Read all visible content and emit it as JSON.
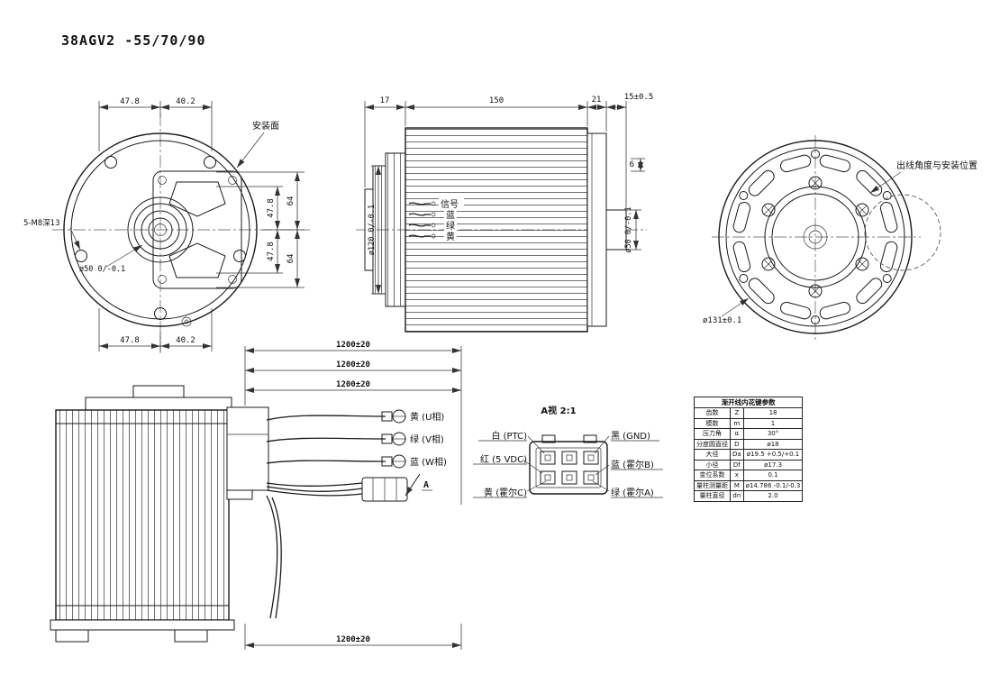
{
  "title": "38AGV2 -55/70/90",
  "front_view": {
    "mount_face_label": "安装面",
    "bolt_note": "5-M8深13",
    "bore_dia": "ø50 0/-0.1",
    "dim_top_left": "47.8",
    "dim_top_right": "40.2",
    "dim_bottom_left": "47.8",
    "dim_bottom_right": "40.2",
    "dim_right_inner_upper": "47.8",
    "dim_right_inner_lower": "47.8",
    "dim_right_outer_upper": "64",
    "dim_right_outer_lower": "64"
  },
  "side_view": {
    "dim_left_end": "17",
    "dim_body": "150",
    "dim_cap": "21",
    "dim_shaft": "15±0.5",
    "dim_step": "6",
    "flange_dia": "ø120 0/-0.1",
    "shaft_dia": "ø50 0/-0.1",
    "wire_labels": [
      "信号",
      "蓝",
      "绿",
      "黄"
    ]
  },
  "rear_view": {
    "cable_note": "出线角度与安装位置",
    "flange_dia": "ø131±0.1"
  },
  "lead_view": {
    "wire_length_dims": [
      "1200±20",
      "1200±20",
      "1200±20"
    ],
    "bottom_length_dim": "1200±20",
    "phase_labels": [
      "黄 (U相)",
      "绿 (V相)",
      "蓝 (W相)"
    ],
    "section_label": "A"
  },
  "connector_detail": {
    "title": "A视 2:1",
    "left_pins": [
      "白 (PTC)",
      "红 (5 VDC)",
      "黄 (霍尔C)"
    ],
    "right_pins": [
      "黑 (GND)",
      "蓝 (霍尔B)",
      "绿 (霍尔A)"
    ]
  },
  "spline_table": {
    "title": "渐开线内花键参数",
    "rows": [
      {
        "name": "齿数",
        "symbol": "Z",
        "value": "18"
      },
      {
        "name": "模数",
        "symbol": "m",
        "value": "1"
      },
      {
        "name": "压力角",
        "symbol": "α",
        "value": "30°"
      },
      {
        "name": "分度圆直径",
        "symbol": "D",
        "value": "ø18"
      },
      {
        "name": "大径",
        "symbol": "Da",
        "value": "ø19.5 +0.5/+0.1"
      },
      {
        "name": "小径",
        "symbol": "Df",
        "value": "ø17.3"
      },
      {
        "name": "变位系数",
        "symbol": "x",
        "value": "0.1"
      },
      {
        "name": "量柱测量距",
        "symbol": "M",
        "value": "ø14.786 -0.1/-0.3"
      },
      {
        "name": "量柱直径",
        "symbol": "dn",
        "value": "2.0"
      }
    ]
  }
}
